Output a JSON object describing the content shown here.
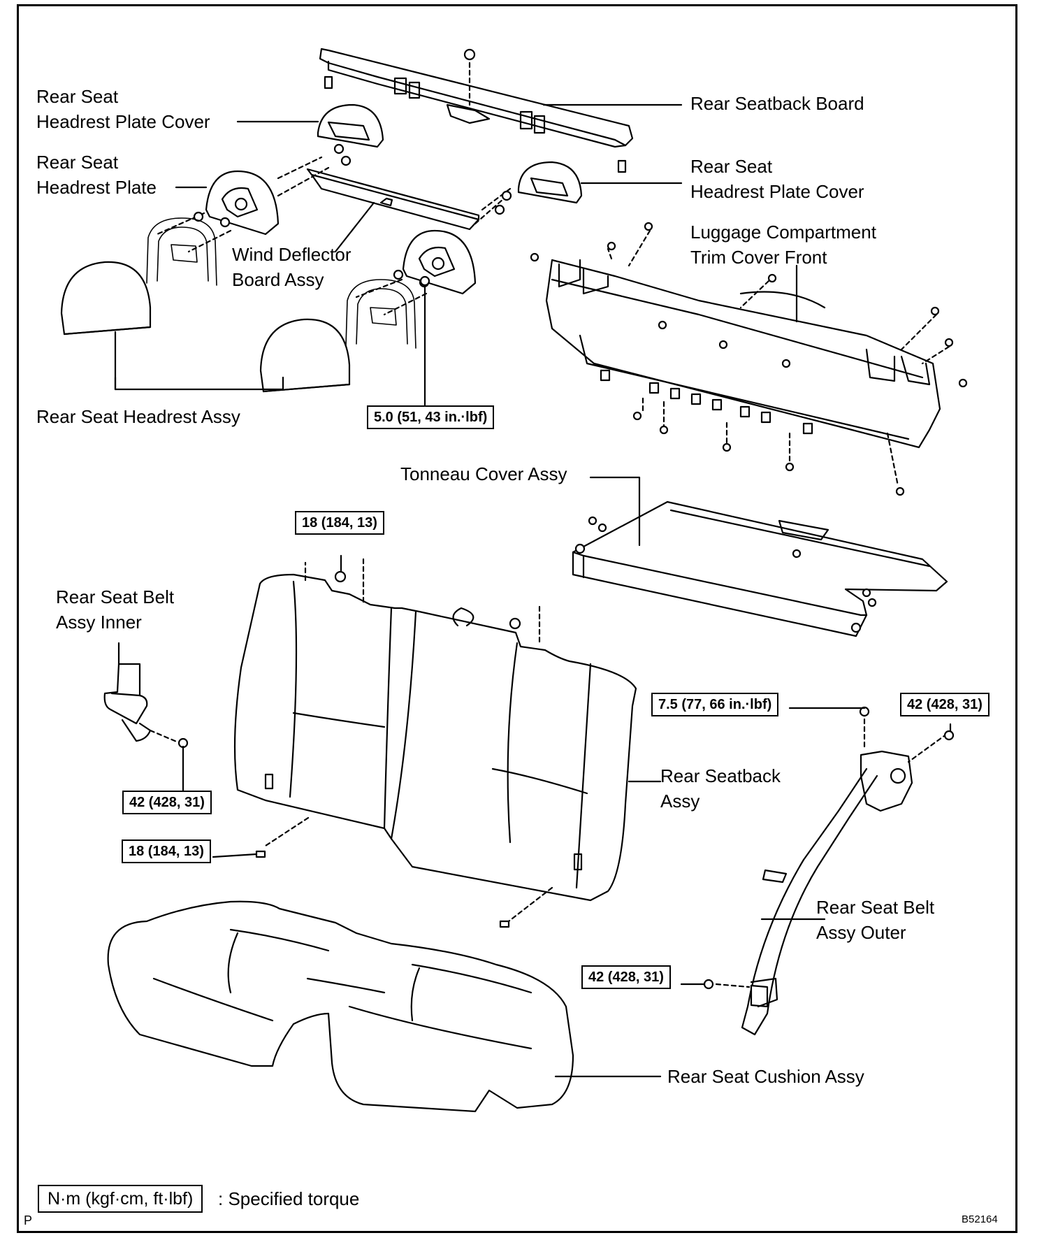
{
  "labels": {
    "rear_seatback_board": "Rear Seatback Board",
    "headrest_plate_cover_left_1": "Rear Seat",
    "headrest_plate_cover_left_2": "Headrest Plate Cover",
    "headrest_plate_left_1": "Rear Seat",
    "headrest_plate_left_2": "Headrest Plate",
    "headrest_plate_cover_right_1": "Rear Seat",
    "headrest_plate_cover_right_2": "Headrest Plate Cover",
    "wind_deflector_1": "Wind Deflector",
    "wind_deflector_2": "Board Assy",
    "luggage_trim_1": "Luggage Compartment",
    "luggage_trim_2": "Trim Cover Front",
    "headrest_assy": "Rear Seat Headrest Assy",
    "tonneau_cover": "Tonneau Cover Assy",
    "belt_inner_1": "Rear Seat Belt",
    "belt_inner_2": "Assy Inner",
    "seatback_assy_1": "Rear Seatback",
    "seatback_assy_2": "Assy",
    "belt_outer_1": "Rear Seat Belt",
    "belt_outer_2": "Assy Outer",
    "cushion_assy": "Rear Seat Cushion Assy"
  },
  "torques": {
    "headrest_bolt": "5.0 (51, 43 in.·lbf)",
    "seatback_top": "18 (184, 13)",
    "seatback_bottom": "18 (184, 13)",
    "belt_inner_bolt": "42 (428, 31)",
    "retractor_small": "7.5 (77, 66 in.·lbf)",
    "retractor_bolt": "42 (428, 31)",
    "belt_outer_anchor": "42 (428, 31)"
  },
  "legend": {
    "box": "N·m (kgf·cm, ft·lbf)",
    "text": ": Specified torque"
  },
  "corner_letter": "P",
  "figure_id": "B52164"
}
